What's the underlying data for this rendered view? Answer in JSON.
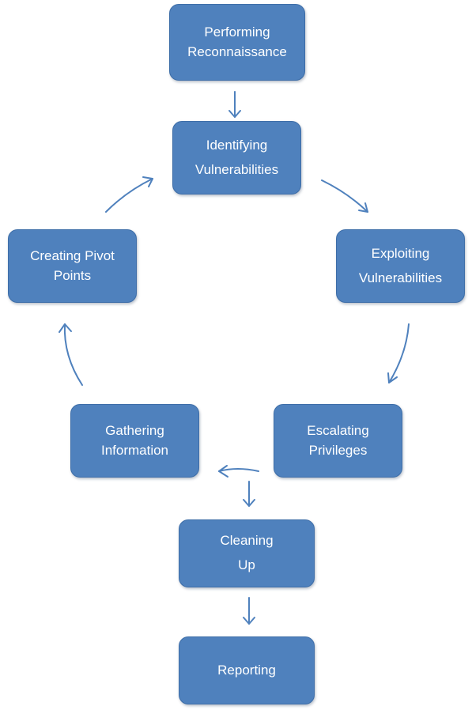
{
  "colors": {
    "node_fill": "#4f81bd",
    "node_border": "#3e6ea8",
    "arrow": "#4f81bd",
    "text": "#ffffff"
  },
  "nodes": {
    "recon": {
      "lines": [
        "Performing",
        "Reconnaissance"
      ]
    },
    "identify": {
      "lines": [
        "Identifying",
        "Vulnerabilities"
      ]
    },
    "exploit": {
      "lines": [
        "Exploiting",
        "Vulnerabilities"
      ]
    },
    "escalate": {
      "lines": [
        "Escalating",
        "Privileges"
      ]
    },
    "gather": {
      "lines": [
        "Gathering",
        "Information"
      ]
    },
    "pivot": {
      "lines": [
        "Creating Pivot",
        "Points"
      ]
    },
    "cleanup": {
      "lines": [
        "Cleaning",
        "Up"
      ]
    },
    "report": {
      "lines": [
        "Reporting"
      ]
    }
  },
  "edges": [
    {
      "from": "recon",
      "to": "identify"
    },
    {
      "from": "identify",
      "to": "exploit"
    },
    {
      "from": "exploit",
      "to": "escalate"
    },
    {
      "from": "escalate",
      "to": "gather"
    },
    {
      "from": "escalate",
      "to": "cleanup"
    },
    {
      "from": "gather",
      "to": "pivot"
    },
    {
      "from": "pivot",
      "to": "identify"
    },
    {
      "from": "cleanup",
      "to": "report"
    }
  ]
}
